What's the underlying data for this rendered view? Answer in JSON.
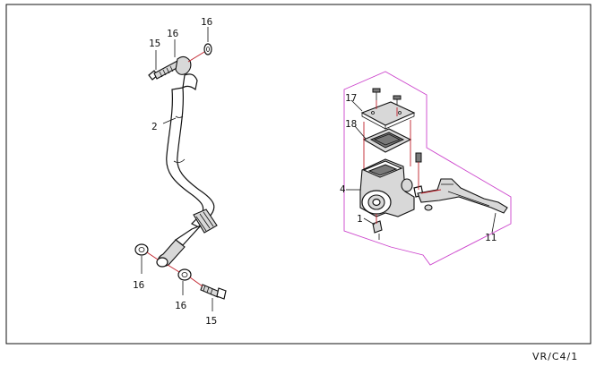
{
  "document_code": "VR/C4/1",
  "callouts": {
    "hose_bolt_top": "15",
    "washer_top_a": "16",
    "washer_top_b": "16",
    "brake_hose": "2",
    "washer_bottom_a": "16",
    "washer_bottom_b": "16",
    "hose_bolt_bottom": "15",
    "reservoir_cap": "17",
    "cap_diaphragm": "18",
    "master_cylinder": "4",
    "mounting_bracket_part": "1",
    "brake_lever": "11"
  },
  "colors": {
    "frame": "#111111",
    "guide_lines": "#c0202a",
    "assembly_outline": "#cc44cc"
  }
}
